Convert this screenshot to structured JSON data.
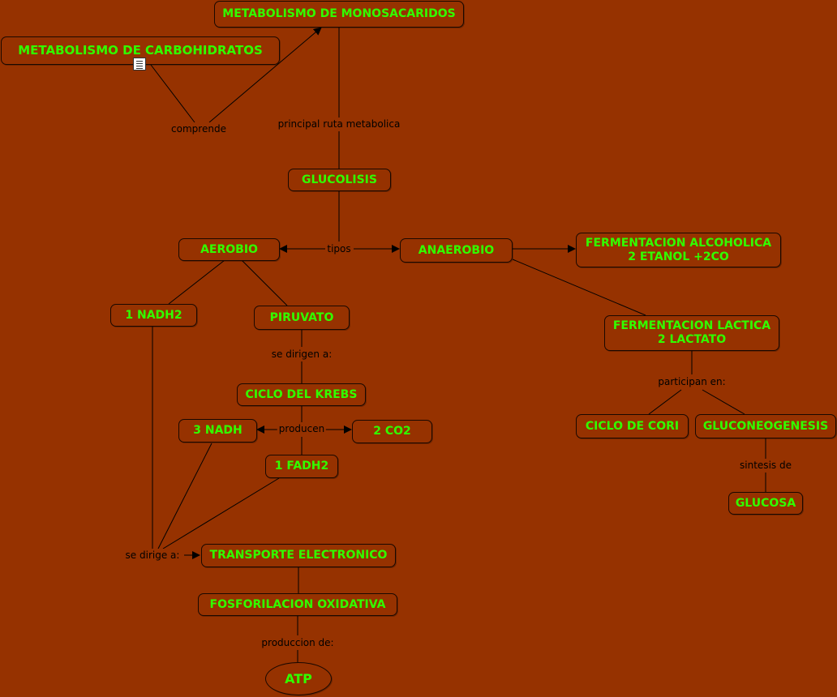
{
  "colors": {
    "background": "#963200",
    "node_text": "#31ff00",
    "line": "#000000"
  },
  "icons": {
    "resource": "document-icon"
  },
  "nodes": {
    "carbohidratos": "METABOLISMO DE CARBOHIDRATOS",
    "monosacaridos": "METABOLISMO DE MONOSACARIDOS",
    "glucolisis": "GLUCOLISIS",
    "aerobio": "AEROBIO",
    "anaerobio": "ANAEROBIO",
    "alcoholica": "FERMENTACION ALCOHOLICA\n2 ETANOL +2CO",
    "nadh2": "1 NADH2",
    "piruvato": "PIRUVATO",
    "lactica": "FERMENTACION LACTICA\n2 LACTATO",
    "krebs": "CICLO DEL KREBS",
    "nadh3": "3 NADH",
    "co2": "2 CO2",
    "cori": "CICLO DE CORI",
    "gluconeogenesis": "GLUCONEOGENESIS",
    "fadh2": "1 FADH2",
    "glucosa": "GLUCOSA",
    "transporte": "TRANSPORTE ELECTRONICO",
    "fosforilacion": "FOSFORILACION OXIDATIVA",
    "atp": "ATP"
  },
  "links": {
    "comprende": "comprende",
    "principal": "principal ruta metabolica",
    "tipos": "tipos",
    "se_dirigen": "se dirigen a:",
    "producen": "producen",
    "participan": "participan en:",
    "sintesis": "sintesis de",
    "se_dirige": "se dirige a:",
    "produccion": "produccion de:"
  }
}
